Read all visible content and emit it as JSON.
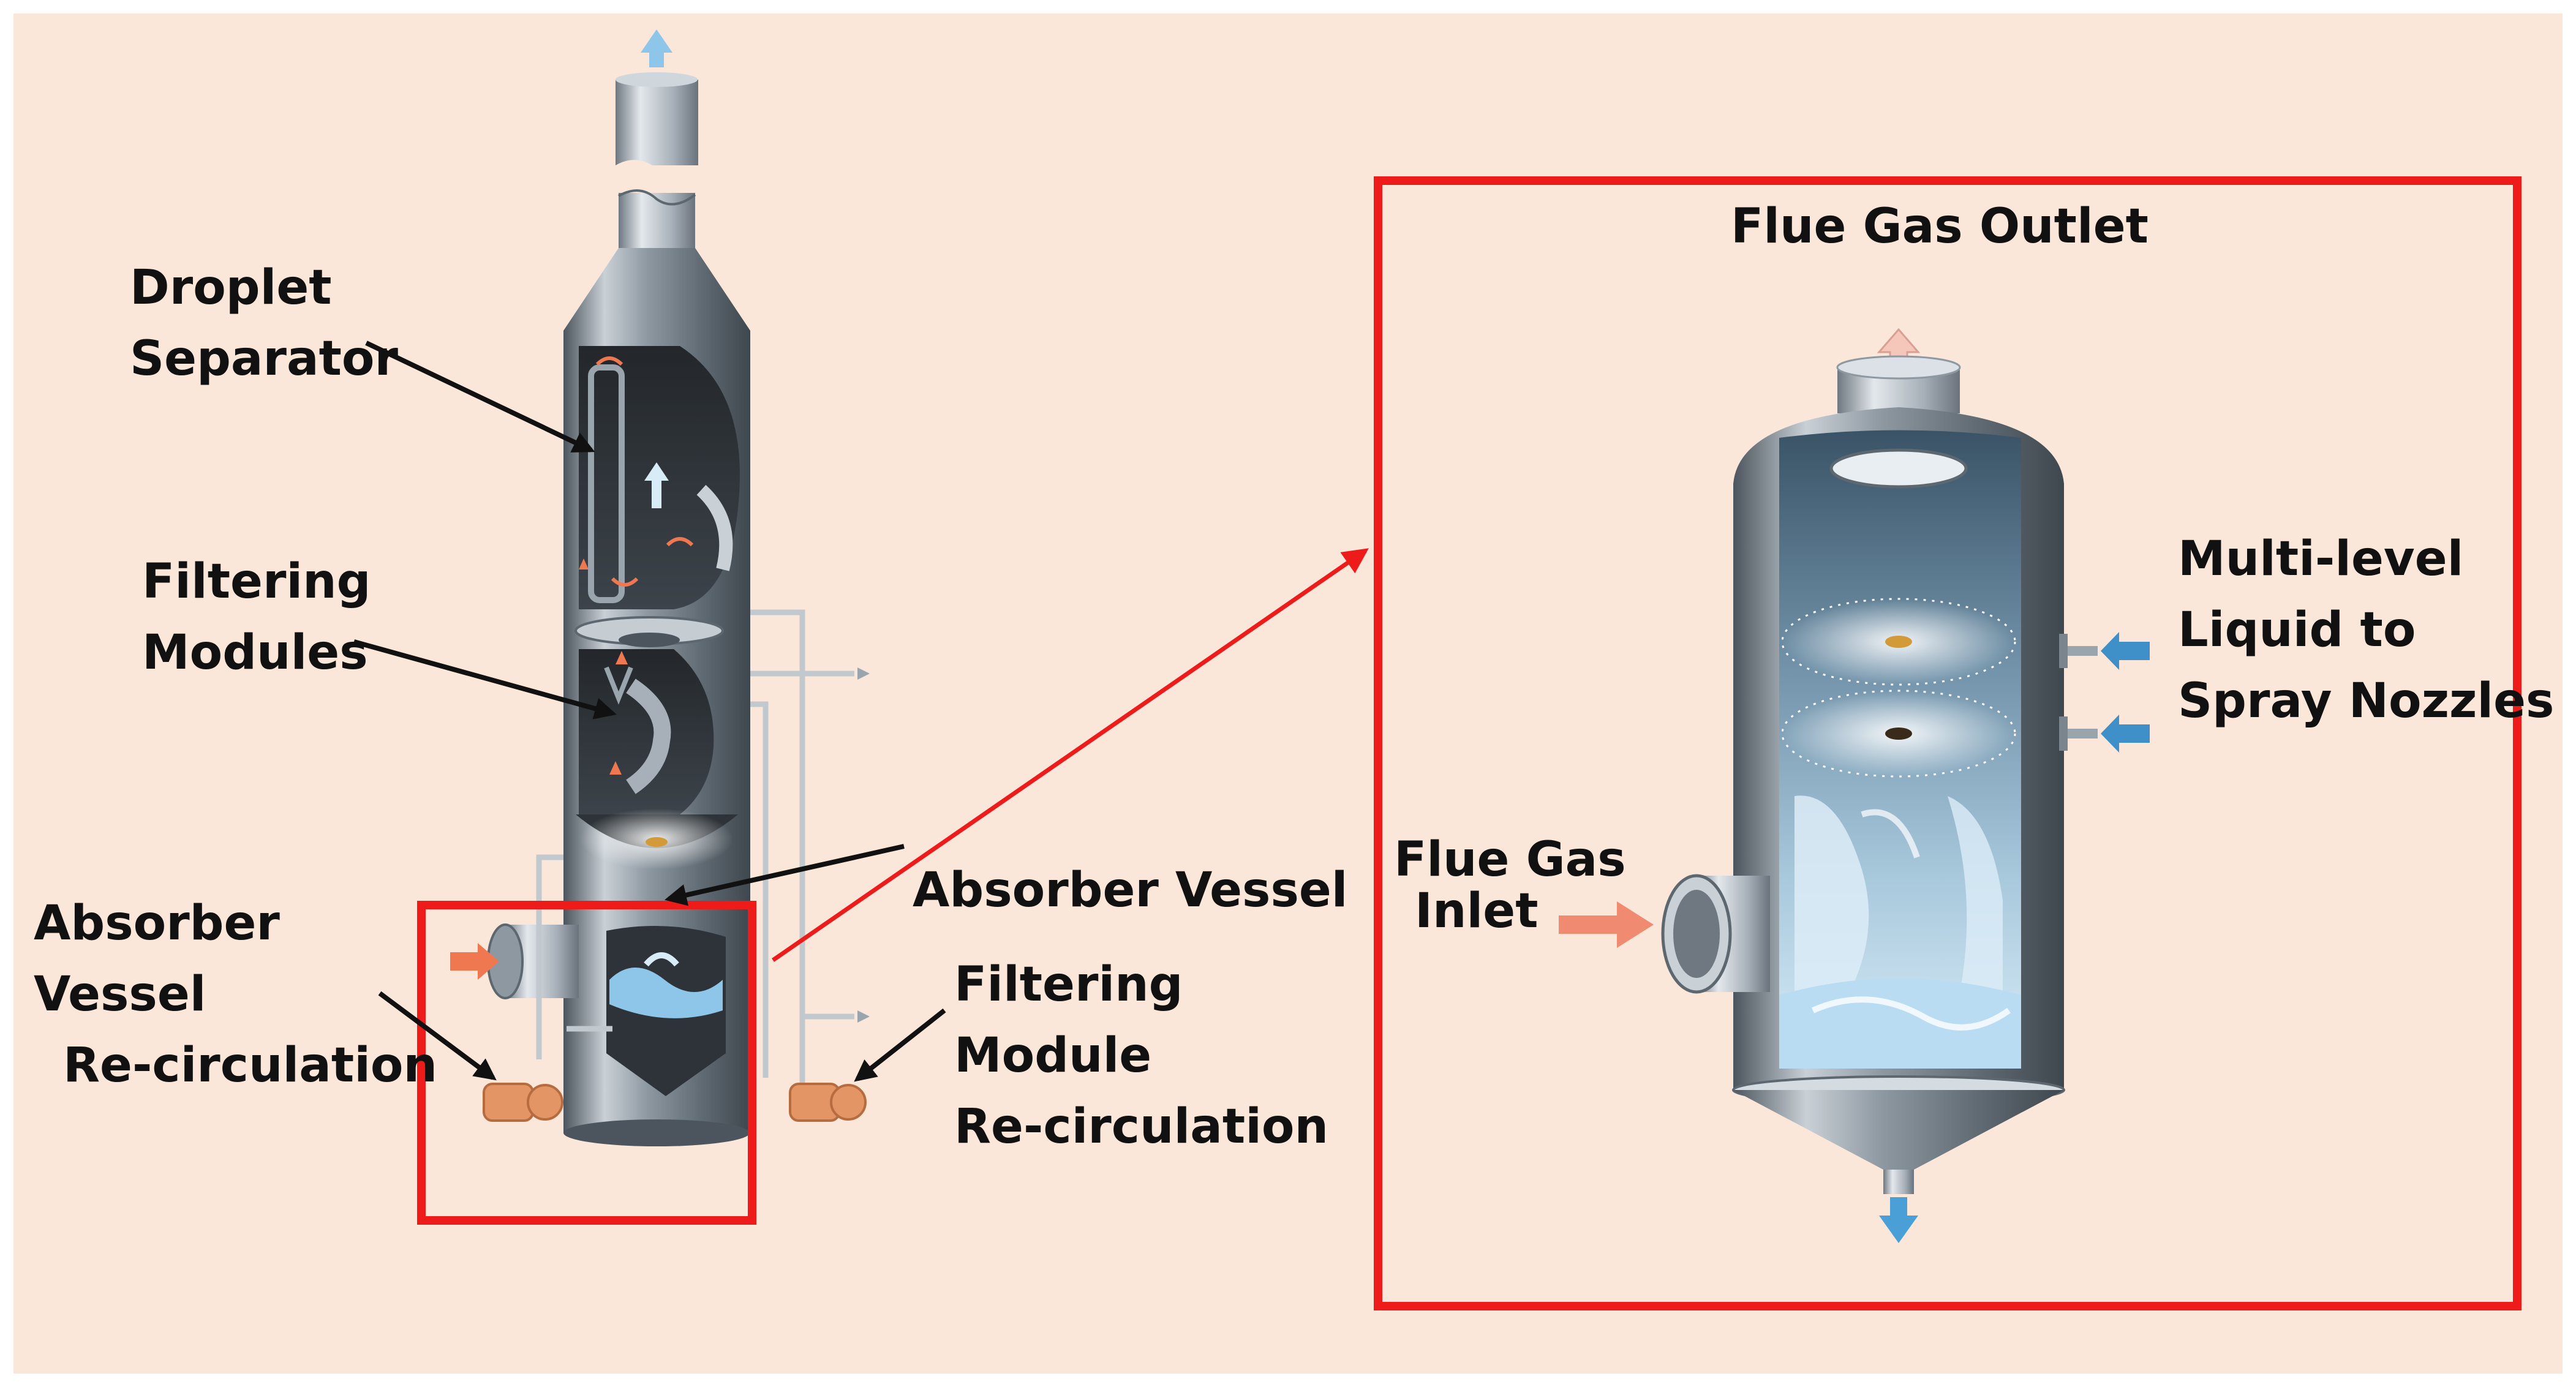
{
  "colors": {
    "background": "#fbe7da",
    "highlight": "#ee1b1b",
    "arrow": "#111111",
    "steel": "#9aa4ad",
    "steel_dark": "#5d6770",
    "liquid": "#cfe6f5",
    "gas_in": "#f07850",
    "gas_out": "#8ec6ea",
    "pump": "#e49566"
  },
  "icons": [
    "flow-up-arrow-icon",
    "flow-down-arrow-icon",
    "flue-gas-inlet-arrow-icon",
    "liquid-feed-arrow-icon",
    "pump-icon"
  ],
  "labels": {
    "droplet_separator": [
      "Droplet",
      "Separator"
    ],
    "filtering_modules": [
      "Filtering",
      "Modules"
    ],
    "absorber_vessel": "Absorber Vessel",
    "absorber_recirculation": [
      "Absorber",
      "Vessel",
      "Re-circulation"
    ],
    "filtering_module_recirculation": [
      "Filtering",
      "Module",
      "Re-circulation"
    ],
    "flue_gas_outlet": "Flue Gas Outlet",
    "multi_level_liquid": [
      "Multi-level",
      "Liquid to",
      "Spray Nozzles"
    ],
    "flue_gas_inlet": [
      "Flue Gas",
      "Inlet"
    ]
  }
}
